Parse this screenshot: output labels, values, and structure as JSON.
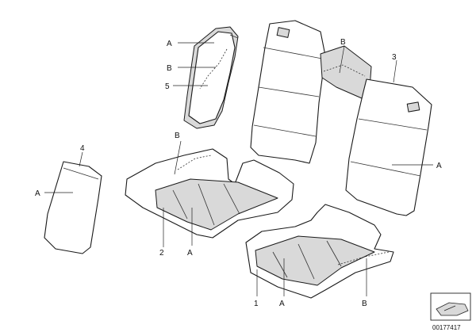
{
  "callouts": {
    "a_top": "A",
    "b_top": "B",
    "num5": "5",
    "b_backrest": "B",
    "num3": "3",
    "num4": "4",
    "a_armrest": "A",
    "b_cushion": "B",
    "a_right_backrest": "A",
    "num2": "2",
    "a_left_cushion": "A",
    "num1": "1",
    "a_right_cushion": "A",
    "b_right_cushion": "B"
  },
  "diagram_code": "00177417"
}
